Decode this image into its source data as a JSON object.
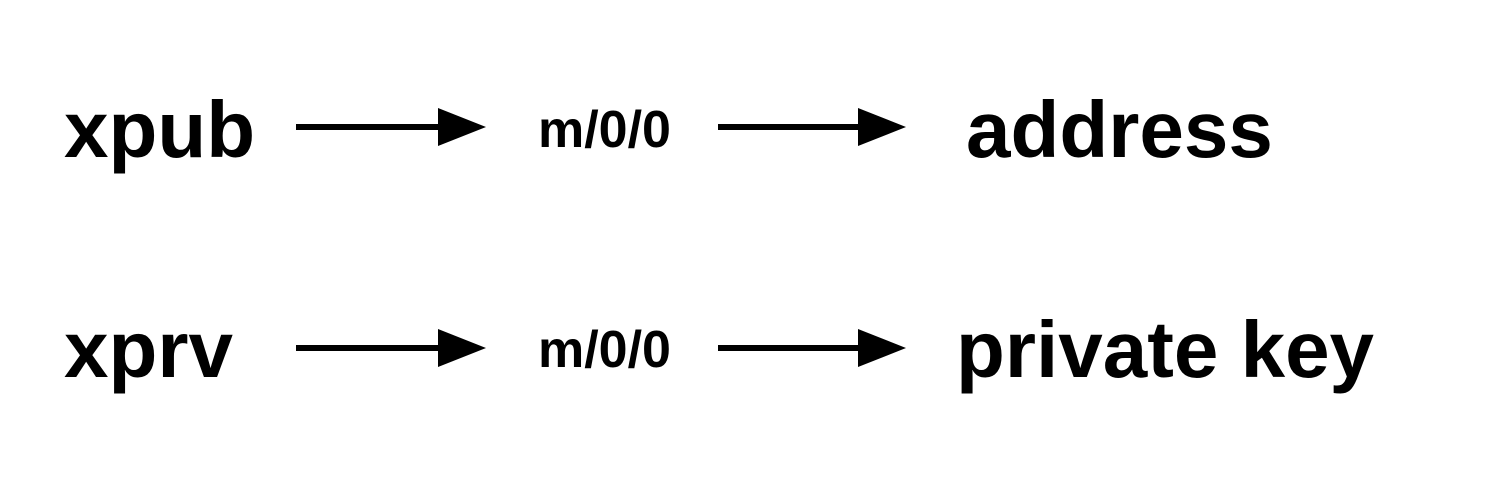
{
  "rows": [
    {
      "source": "xpub",
      "path": "m/0/0",
      "result": "address"
    },
    {
      "source": "xprv",
      "path": "m/0/0",
      "result": "private key"
    }
  ],
  "colors": {
    "ink": "#000000",
    "background": "#ffffff"
  }
}
